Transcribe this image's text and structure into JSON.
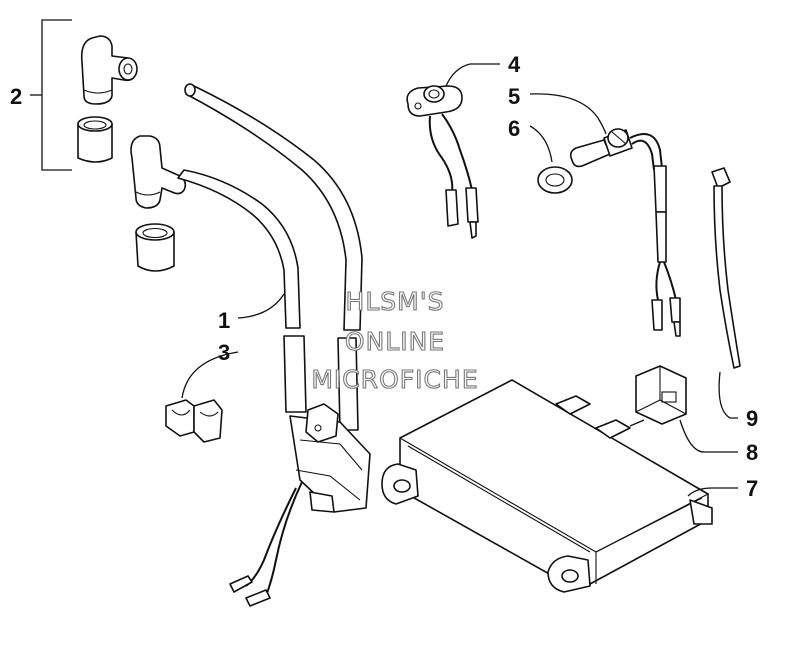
{
  "watermark": {
    "line1": "HLSM'S",
    "line2": "ONLINE",
    "line3": "MICROFICHE"
  },
  "callouts": [
    {
      "label": "1"
    },
    {
      "label": "2"
    },
    {
      "label": "3"
    },
    {
      "label": "4"
    },
    {
      "label": "5"
    },
    {
      "label": "6"
    },
    {
      "label": "7"
    },
    {
      "label": "8"
    },
    {
      "label": "9"
    }
  ]
}
